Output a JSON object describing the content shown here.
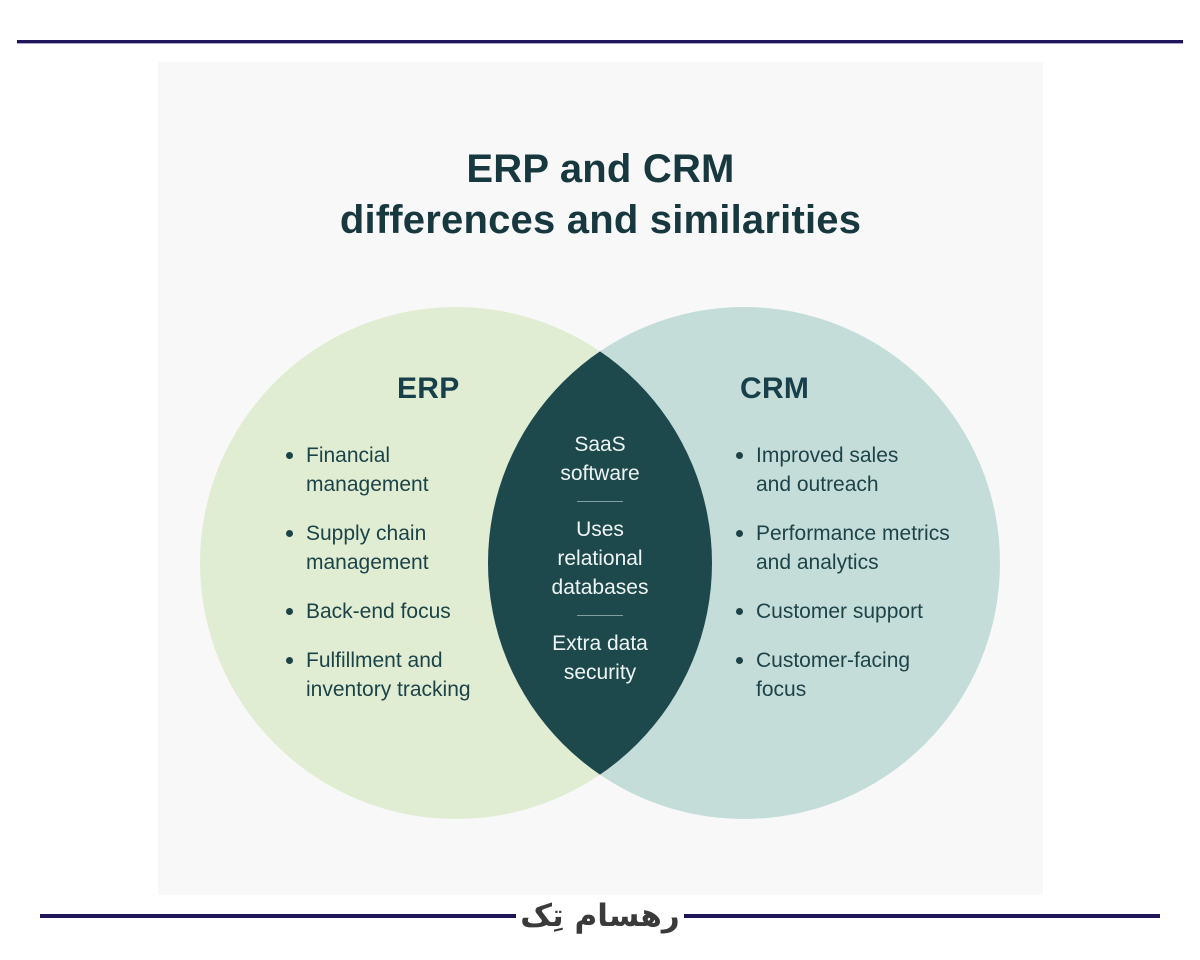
{
  "title": {
    "text": "ERP and CRM\ndifferences and similarities"
  },
  "venn": {
    "left": {
      "heading": "ERP",
      "circle_color": "#e0edd3",
      "items": [
        "Financial\nmanagement",
        "Supply chain\nmanagement",
        "Back-end focus",
        "Fulfillment and\ninventory tracking"
      ]
    },
    "right": {
      "heading": "CRM",
      "circle_color": "#c5ddd9",
      "items": [
        "Improved sales\nand outreach",
        "Performance metrics\nand analytics",
        "Customer support",
        "Customer-facing\nfocus"
      ]
    },
    "center": {
      "overlap_color": "#1d494c",
      "items": [
        "SaaS\nsoftware",
        "Uses\nrelational\ndatabases",
        "Extra data\nsecurity"
      ]
    }
  },
  "footer": {
    "logo_text": "رهسام تِک",
    "rule_color": "#1e1659"
  },
  "theme": {
    "card_background": "#f8f8f8",
    "text_dark_teal": "#1c4448",
    "title_color": "#17383e"
  }
}
